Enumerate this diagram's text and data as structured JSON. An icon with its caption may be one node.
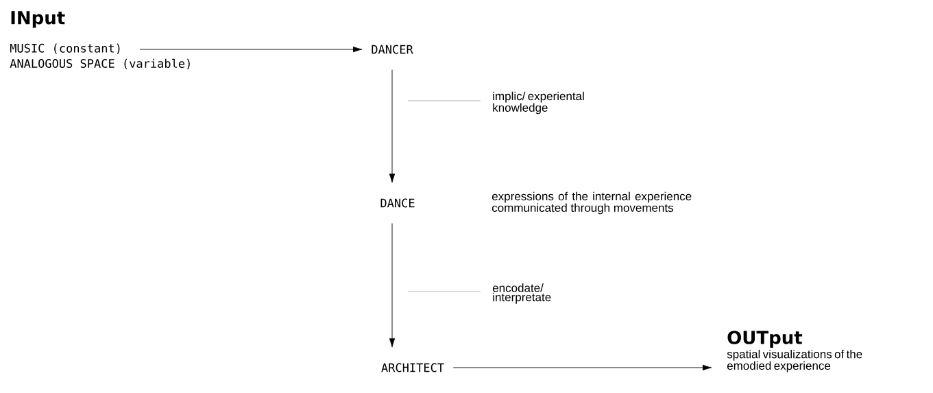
{
  "diagram": {
    "nodes": [
      {
        "text": [
          "INput",
          "MUSIC (constant)",
          "ANALOGOUS SPACE (variable)"
        ]
      },
      {
        "text": [
          "DANCER"
        ]
      },
      {
        "text": [
          "implic/ experiental knowledge"
        ]
      },
      {
        "text": [
          "DANCE"
        ],
        "beside": [
          "expressions of the internal experience communicated through movements"
        ]
      },
      {
        "text": [
          "encodate/ interpretate"
        ]
      },
      {
        "text": [
          "ARCHITECT"
        ]
      },
      {
        "text": [
          "OUTput",
          "spatial visualizations of the emodied experience"
        ]
      }
    ],
    "edges": [
      {
        "from": 0,
        "to": 1,
        "arrow": "to"
      },
      {
        "from": 1,
        "to": 3,
        "arrow": "to"
      },
      {
        "from": 2,
        "to": null,
        "arrow": "none",
        "color": "#a0a0a0"
      },
      {
        "from": 3,
        "to": 5,
        "arrow": "to"
      },
      {
        "from": 4,
        "to": null,
        "arrow": "none",
        "color": "#a0a0a0"
      },
      {
        "from": 5,
        "to": 6,
        "arrow": "to"
      }
    ]
  }
}
